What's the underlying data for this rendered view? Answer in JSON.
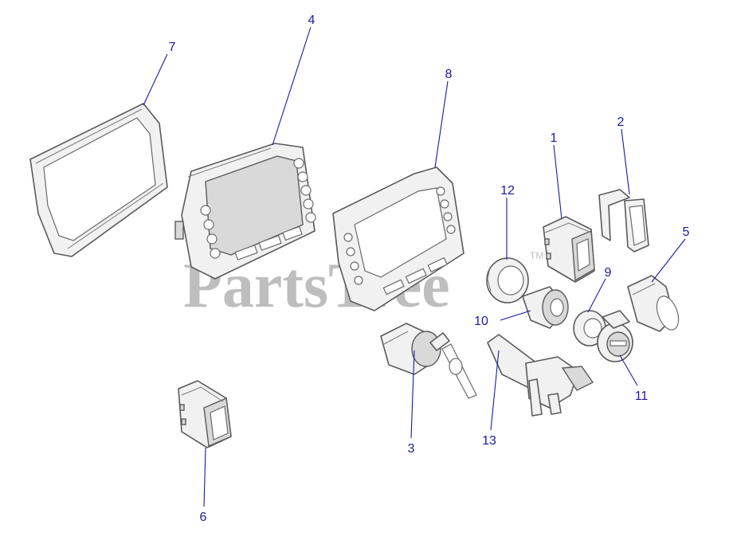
{
  "watermark": {
    "text": "PartsTree",
    "trademark": "TM"
  },
  "callouts": {
    "c1": "1",
    "c2": "2",
    "c3": "3",
    "c4": "4",
    "c5": "5",
    "c6": "6",
    "c7": "7",
    "c8": "8",
    "c9": "9",
    "c10": "10",
    "c11": "11",
    "c12": "12",
    "c13": "13"
  },
  "colors": {
    "callout": "#1a1aa6",
    "line_art": "#5a5a5a",
    "watermark": "#8a8a8a"
  }
}
